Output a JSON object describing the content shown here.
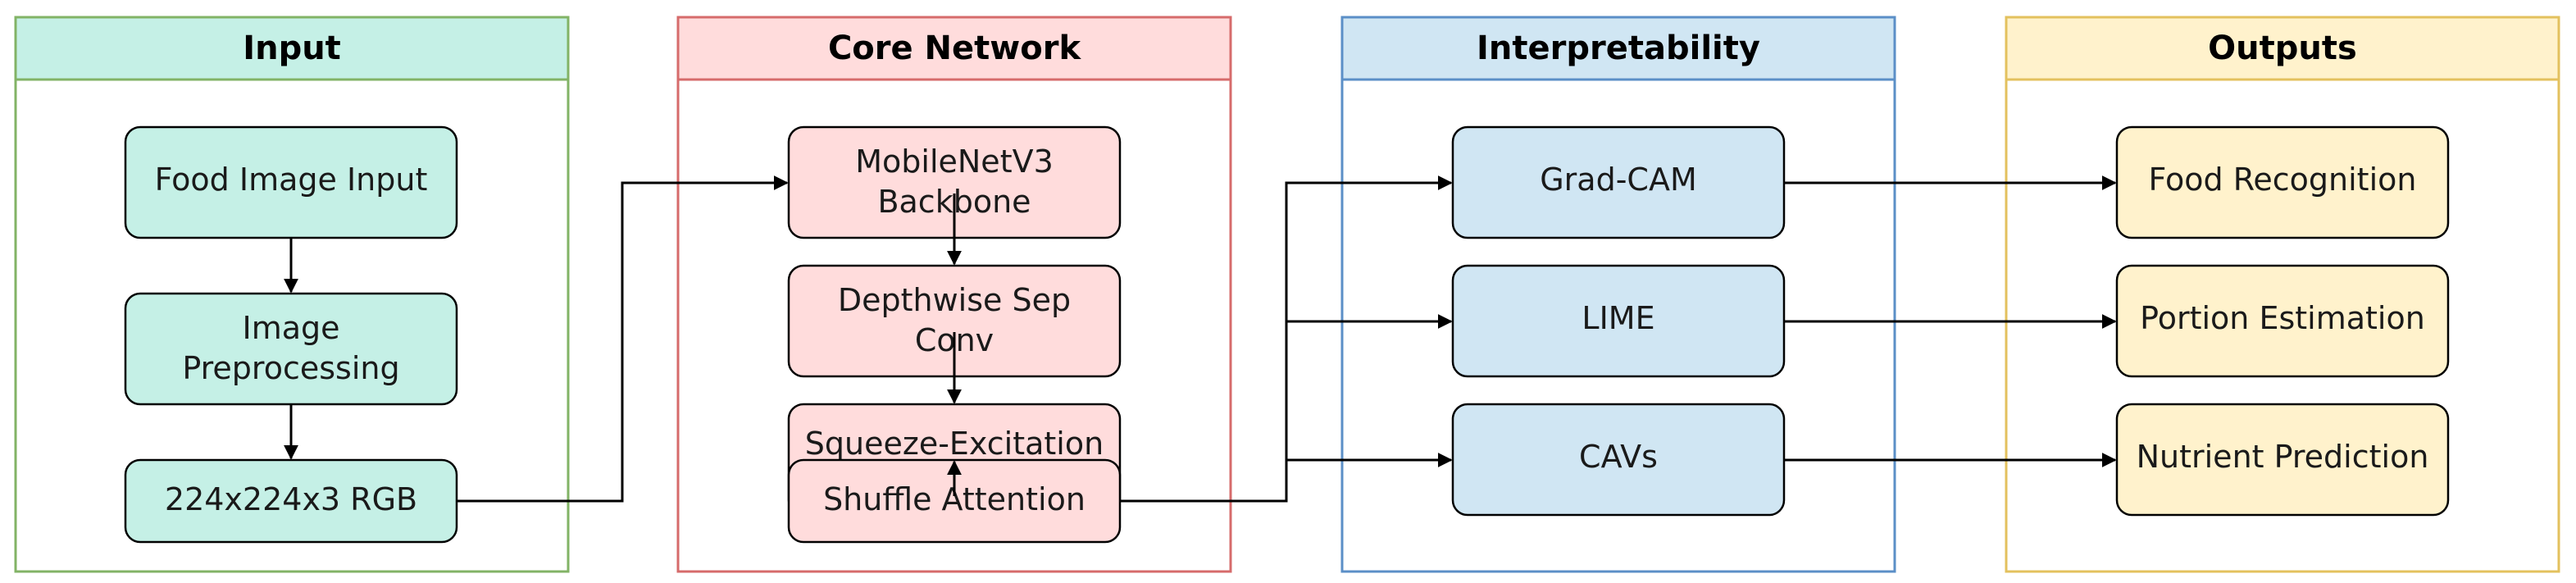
{
  "colors": {
    "input_fill": "#c5f0e6",
    "input_border": "#82b366",
    "core_fill": "#ffdcdc",
    "core_border": "#d66b6b",
    "interp_fill": "#d0e6f3",
    "interp_border": "#5b8fc7",
    "output_fill": "#fff2cc",
    "output_border": "#e3c15e",
    "node_border": "#000000",
    "edge": "#000000"
  },
  "groups": {
    "input": {
      "title": "Input"
    },
    "core": {
      "title": "Core Network"
    },
    "interp": {
      "title": "Interpretability"
    },
    "outputs": {
      "title": "Outputs"
    }
  },
  "nodes": {
    "food_image_input": "Food Image Input",
    "preprocessing": [
      "Image",
      "Preprocessing"
    ],
    "rgb": "224x224x3 RGB",
    "mobilenet": [
      "MobileNetV3",
      "Backbone"
    ],
    "depthwise": [
      "Depthwise Sep",
      "Conv"
    ],
    "squeeze": "Squeeze-Excitation",
    "shuffle": "Shuffle Attention",
    "gradcam": "Grad-CAM",
    "lime": "LIME",
    "cavs": "CAVs",
    "food_recognition": "Food Recognition",
    "portion": "Portion Estimation",
    "nutrient": "Nutrient Prediction"
  }
}
